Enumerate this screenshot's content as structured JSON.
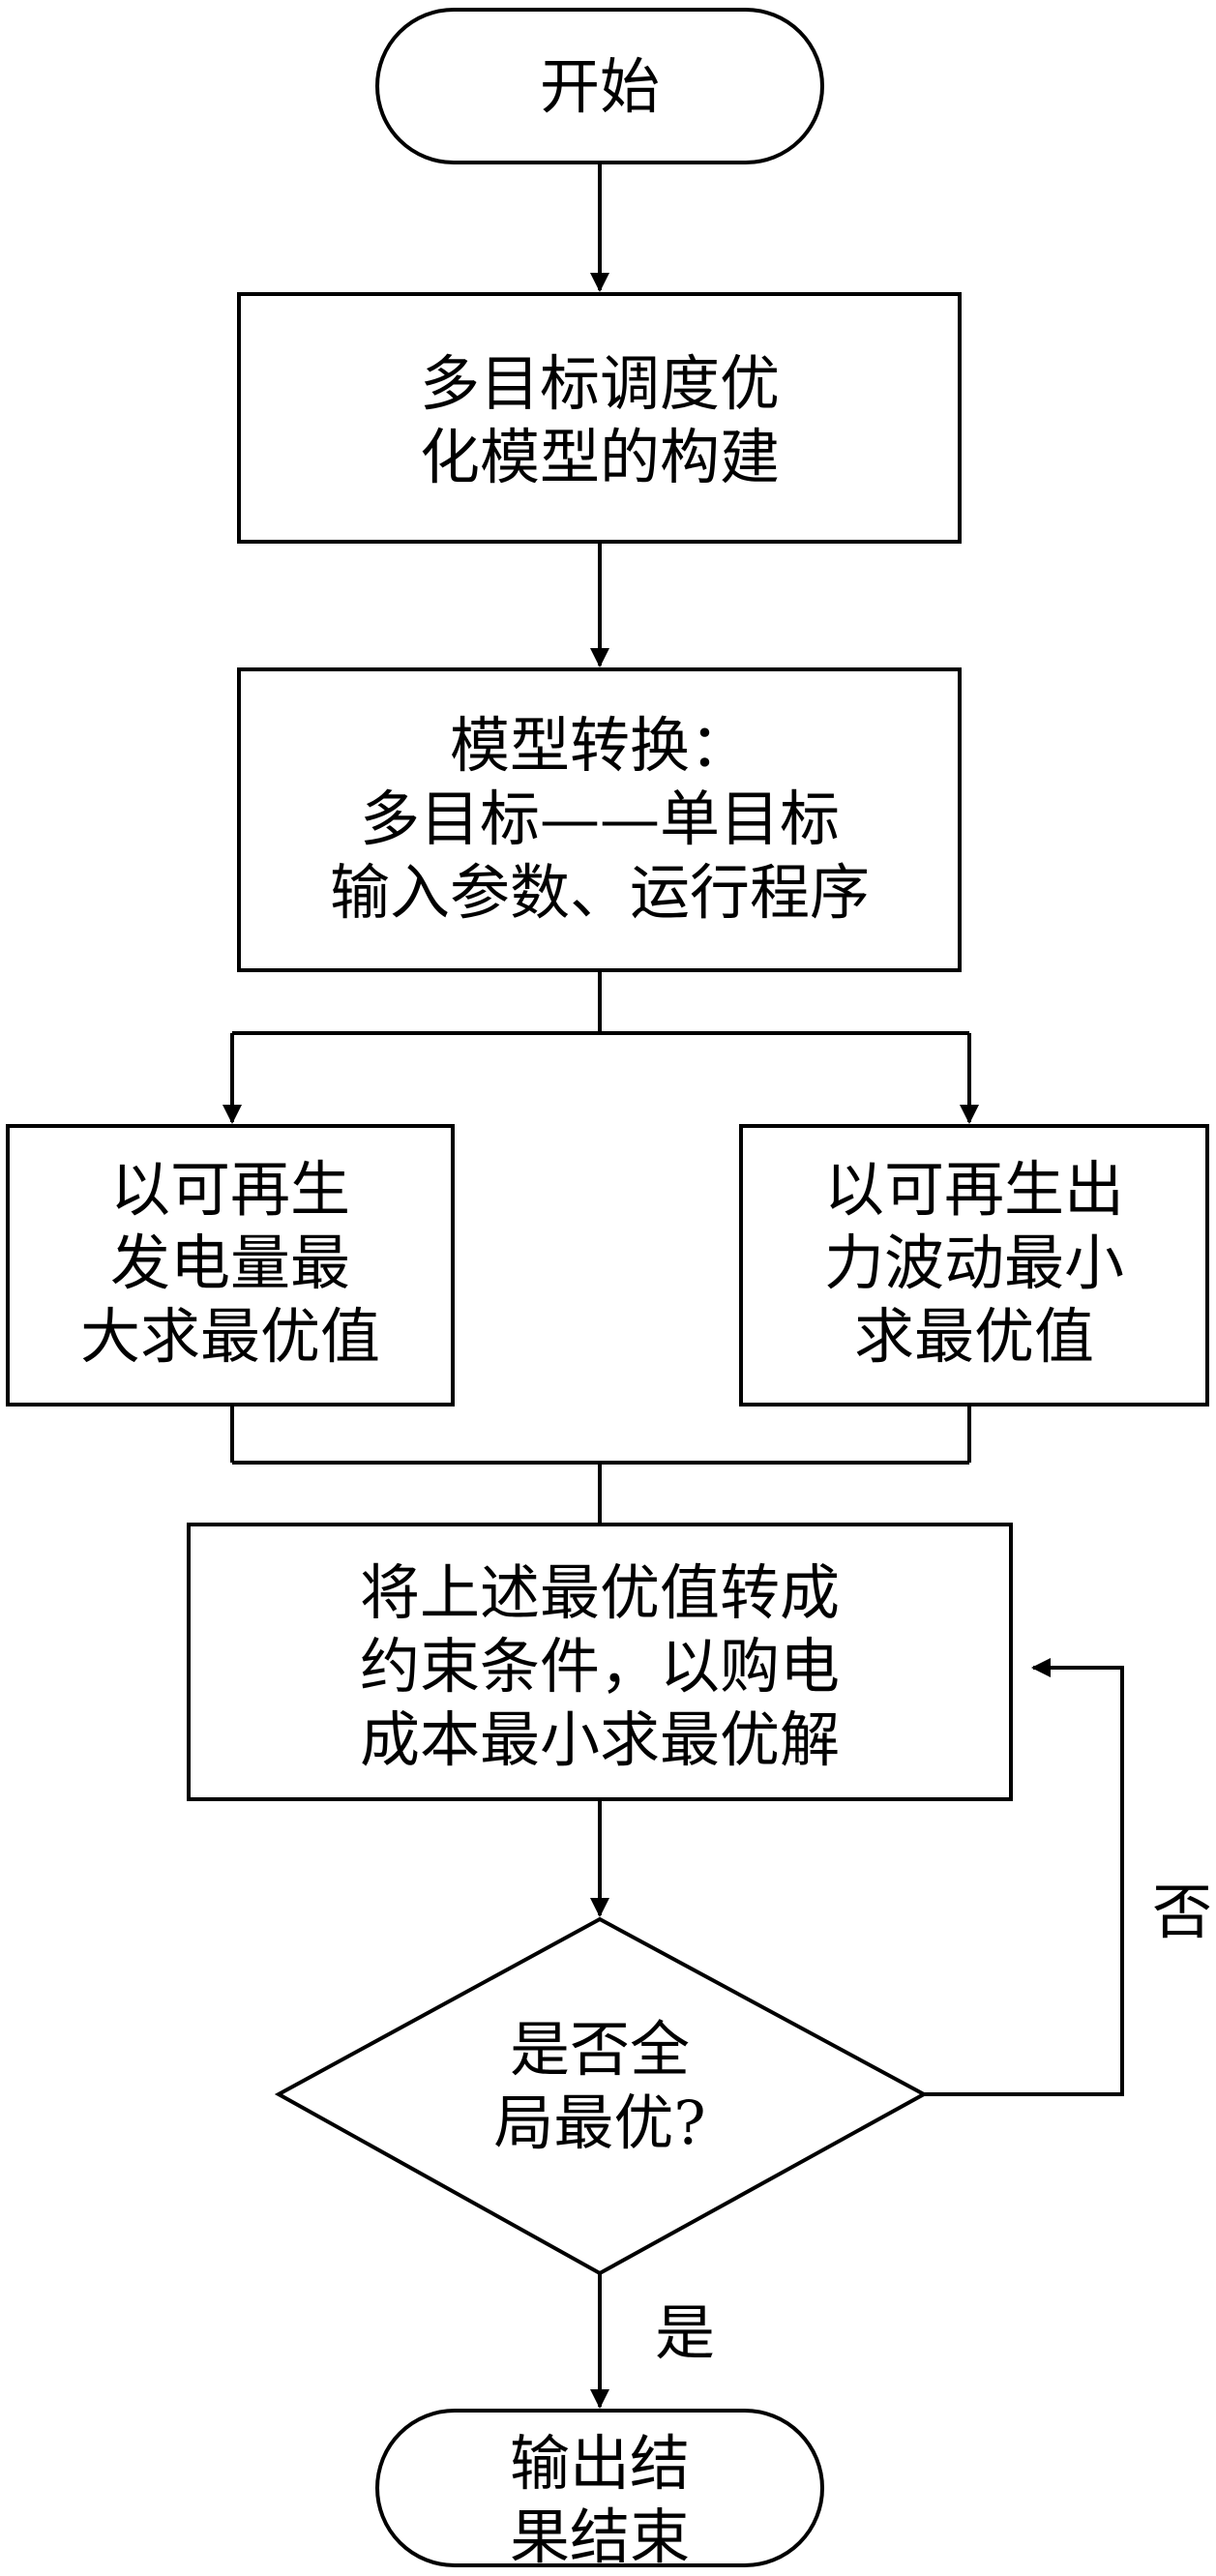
{
  "nodes": {
    "start": {
      "lines": [
        "开始"
      ]
    },
    "build_model": {
      "lines": [
        "多目标调度优",
        "化模型的构建"
      ]
    },
    "convert_model": {
      "lines": [
        "模型转换：",
        "多目标——单目标",
        "输入参数、运行程序"
      ]
    },
    "max_renewable": {
      "lines": [
        "以可再生",
        "发电量最",
        "大求最优值"
      ]
    },
    "min_fluctuation": {
      "lines": [
        "以可再生出",
        "力波动最小",
        "求最优值"
      ]
    },
    "min_cost": {
      "lines": [
        "将上述最优值转成",
        "约束条件，以购电",
        "成本最小求最优解"
      ]
    },
    "decision": {
      "lines": [
        "是否全",
        "局最优?"
      ]
    },
    "end": {
      "lines": [
        "输出结",
        "果结束"
      ]
    }
  },
  "edges": {
    "no_label": "否",
    "yes_label": "是"
  }
}
